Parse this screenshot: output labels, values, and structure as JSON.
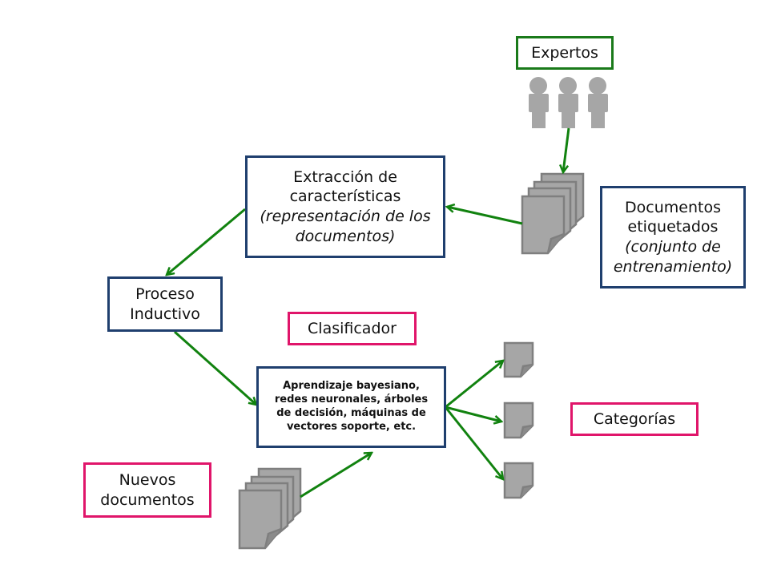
{
  "colors": {
    "arrow": "#11820f",
    "process_border": "#1f3f6e",
    "label_border": "#e0156a",
    "experts_border": "#1a7a1a",
    "icon_fill": "#a6a6a6",
    "icon_stroke": "#7f7f7f"
  },
  "nodes": {
    "expertos": {
      "label": "Expertos"
    },
    "extraccion": {
      "line1": "Extracción de",
      "line2": "características",
      "line3": "(representación de los",
      "line4": "documentos)"
    },
    "documentos_etiquetados": {
      "line1": "Documentos",
      "line2": "etiquetados",
      "line3": "(conjunto de",
      "line4": "entrenamiento)"
    },
    "proceso": {
      "line1": "Proceso",
      "line2": "Inductivo"
    },
    "clasificador": {
      "label": "Clasificador"
    },
    "algoritmos": {
      "line1": "Aprendizaje bayesiano,",
      "line2": "redes neuronales, árboles",
      "line3": "de decisión, máquinas de",
      "line4": "vectores soporte, etc."
    },
    "nuevos": {
      "line1": "Nuevos",
      "line2": "documentos"
    },
    "categorias": {
      "label": "Categorías"
    }
  },
  "icons": {
    "experts": "person-group-icon",
    "labeled_docs": "document-stack-icon",
    "new_docs": "document-stack-icon",
    "category_docs": "document-icon"
  },
  "edges": [
    {
      "from": "expertos",
      "to": "documentos_etiquetados"
    },
    {
      "from": "documentos_etiquetados",
      "to": "extraccion"
    },
    {
      "from": "extraccion",
      "to": "proceso"
    },
    {
      "from": "proceso",
      "to": "algoritmos"
    },
    {
      "from": "nuevos",
      "to": "algoritmos"
    },
    {
      "from": "algoritmos",
      "to": "categoria-1"
    },
    {
      "from": "algoritmos",
      "to": "categoria-2"
    },
    {
      "from": "algoritmos",
      "to": "categoria-3"
    }
  ]
}
